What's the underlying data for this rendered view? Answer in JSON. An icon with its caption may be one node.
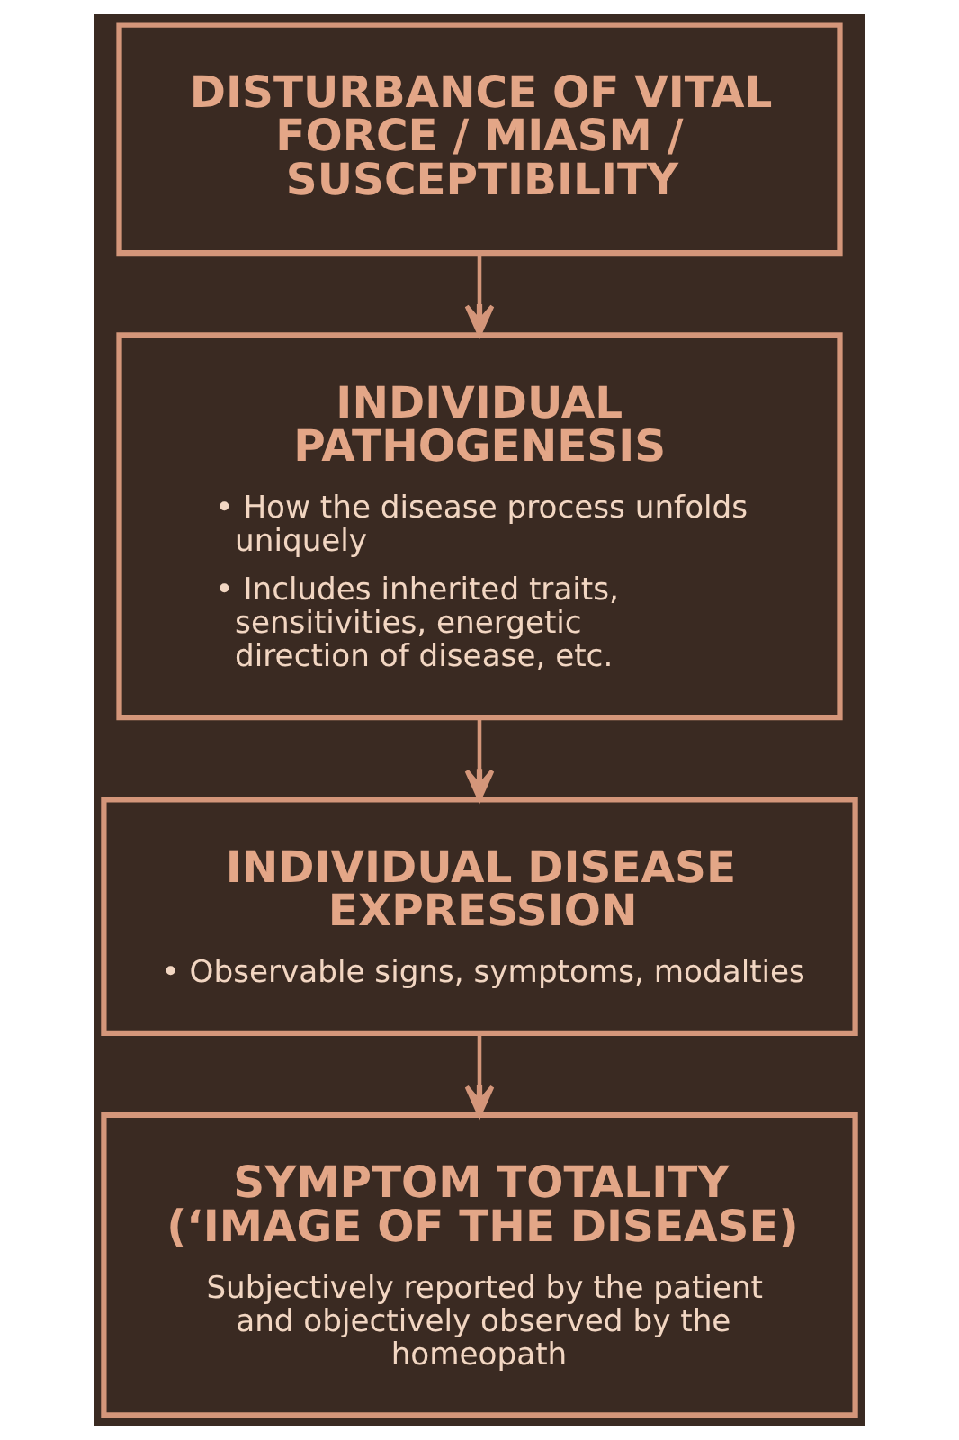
{
  "diagram": {
    "nodes": [
      {
        "text": [
          "DISTURBANCE OF VITAL FORCE / MIASM / SUSCEPTIBILITY"
        ]
      },
      {
        "text": [
          "INDIVIDUAL PATHOGENESIS",
          "• How the disease process unfolds uniquely",
          "• Includes inherited traits, sensitivities, energetic direction of disease, etc."
        ]
      },
      {
        "text": [
          "INDIVIDUAL DISEASE EXPRESSION",
          "• Observable signs, symptoms, modalties"
        ]
      },
      {
        "text": [
          "SYMPTOM TOTALITY (‘IMAGE OF THE DISEASE)",
          "Subjectively reported by the patient and objectively observed by the homeopath"
        ]
      }
    ],
    "edges": [
      {
        "from": 0,
        "to": 1,
        "arrow": "to"
      },
      {
        "from": 1,
        "to": 2,
        "arrow": "to"
      },
      {
        "from": 2,
        "to": 3,
        "arrow": "to"
      }
    ]
  }
}
